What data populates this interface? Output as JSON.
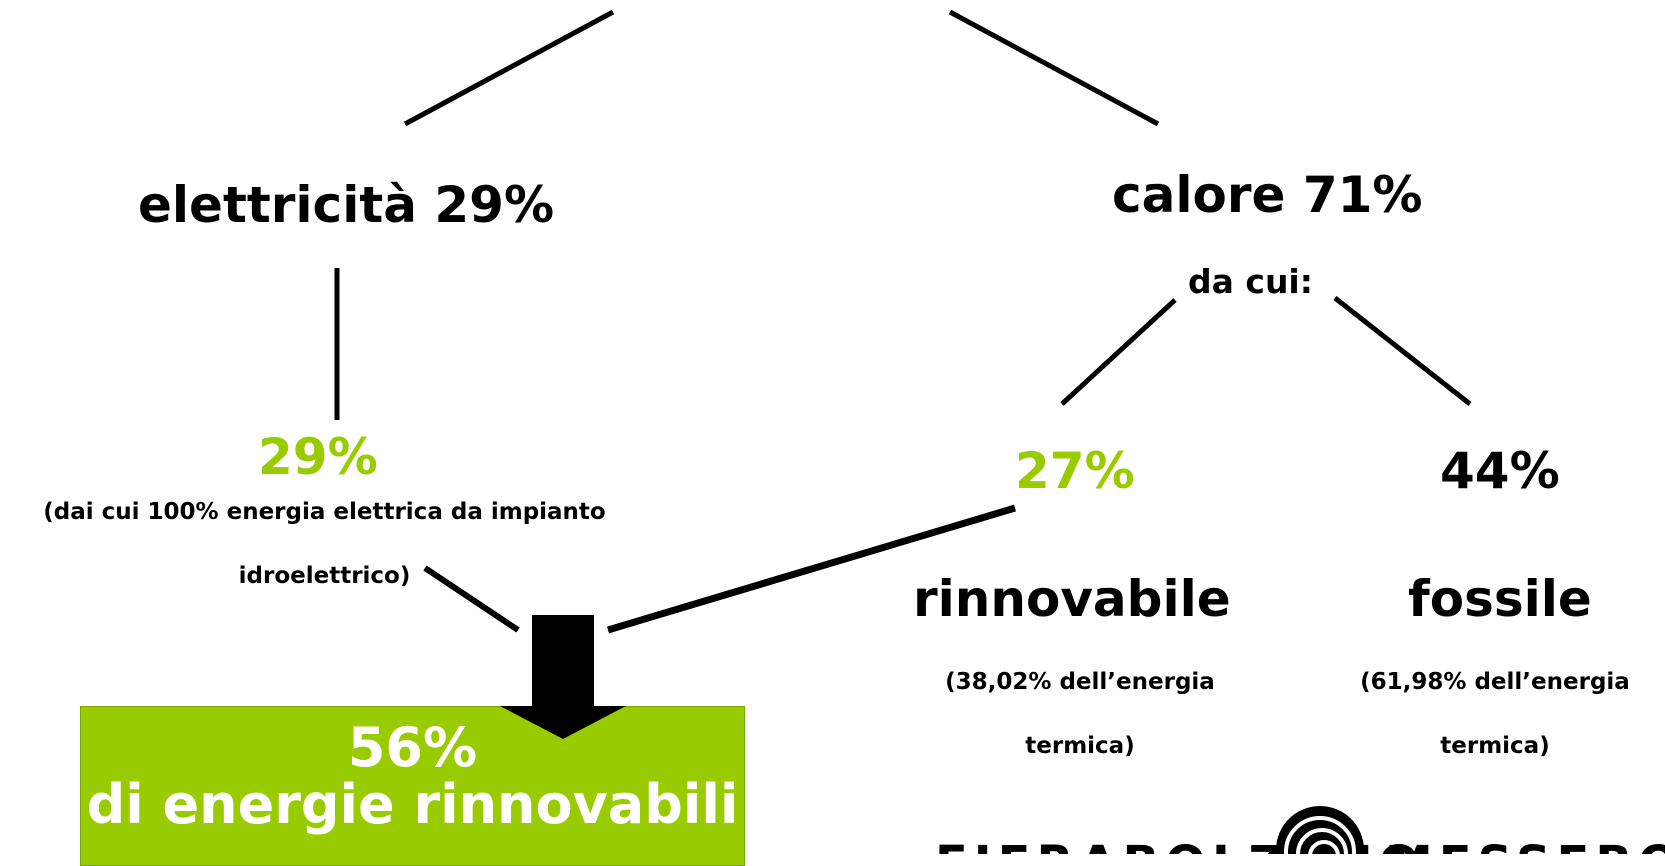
{
  "diagram": {
    "electricity": {
      "heading": "elettricità 29%",
      "percent": "29%",
      "note_line1": "(dai cui 100% energia elettrica da impianto",
      "note_line2": "idroelettrico)"
    },
    "heat": {
      "heading": "calore 71%",
      "subheading": "da cui:",
      "renewable": {
        "percent": "27%",
        "label": "rinnovabile",
        "note_line1": "(38,02% dell’energia",
        "note_line2": "termica)"
      },
      "fossil": {
        "percent": "44%",
        "label": "fossile",
        "note_line1": "(61,98% dell’energia",
        "note_line2": "termica)"
      }
    },
    "result": {
      "percent": "56%",
      "label": "di energie rinnovabili"
    },
    "logo": {
      "left_word": "FIERABOLZANO",
      "right_word": "MESSEBOZEN"
    },
    "colors": {
      "accent_green": "#99cc00",
      "text": "#000000",
      "result_text": "#ffffff"
    }
  }
}
